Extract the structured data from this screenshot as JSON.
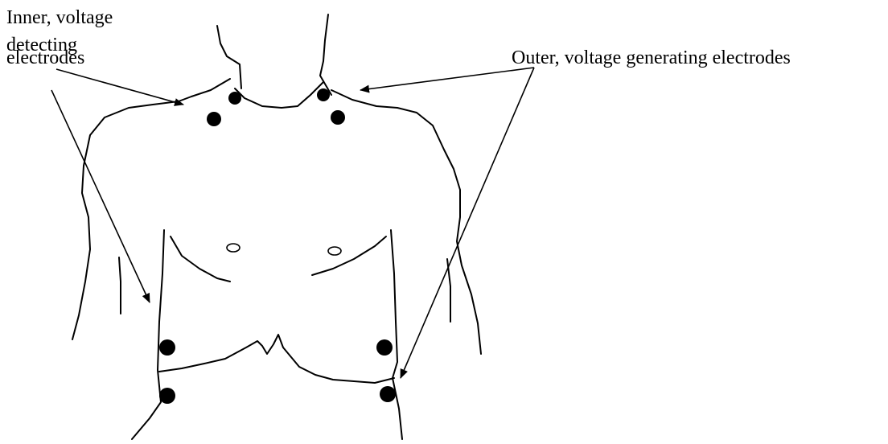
{
  "labels": {
    "inner_line1": "Inner, voltage",
    "inner_line2": "detecting",
    "inner_line3": "electrodes",
    "outer": "Outer, voltage generating electrodes"
  },
  "colors": {
    "ink": "#000000",
    "background": "#ffffff"
  },
  "electrodes": {
    "inner_count": 4,
    "outer_count": 4
  }
}
